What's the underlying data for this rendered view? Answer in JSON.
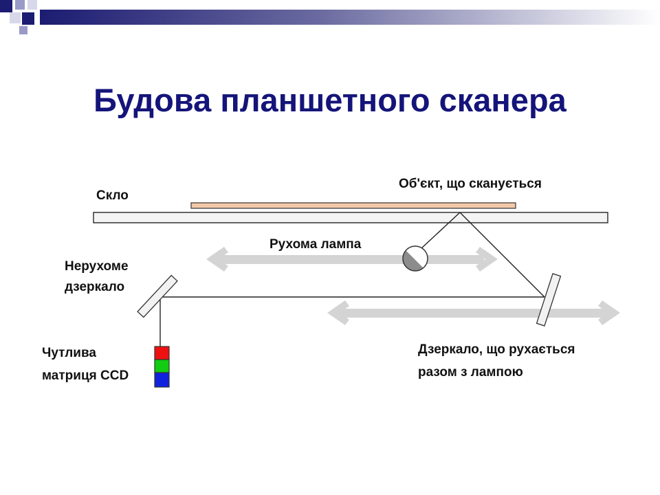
{
  "slide": {
    "title": "Будова планшетного сканера"
  },
  "diagram": {
    "labels": {
      "glass": "Скло",
      "object": "Об'єкт, що сканується",
      "moving_lamp": "Рухома лампа",
      "fixed_mirror_line1": "Нерухоме",
      "fixed_mirror_line2": "дзеркало",
      "ccd_line1": "Чутлива",
      "ccd_line2": "матриця CCD",
      "moving_mirror_line1": "Дзеркало, що рухається",
      "moving_mirror_line2": "разом з лампою"
    },
    "colors": {
      "title": "#14147a",
      "glass_fill": "#f4f4f4",
      "object_fill": "#f2c9a8",
      "arrow": "#d4d4d4",
      "lamp_dark": "#8c8c8c",
      "ccd_red": "#ee1111",
      "ccd_green": "#11cc11",
      "ccd_blue": "#1122dd",
      "header_dark": "#1c1c72"
    }
  }
}
